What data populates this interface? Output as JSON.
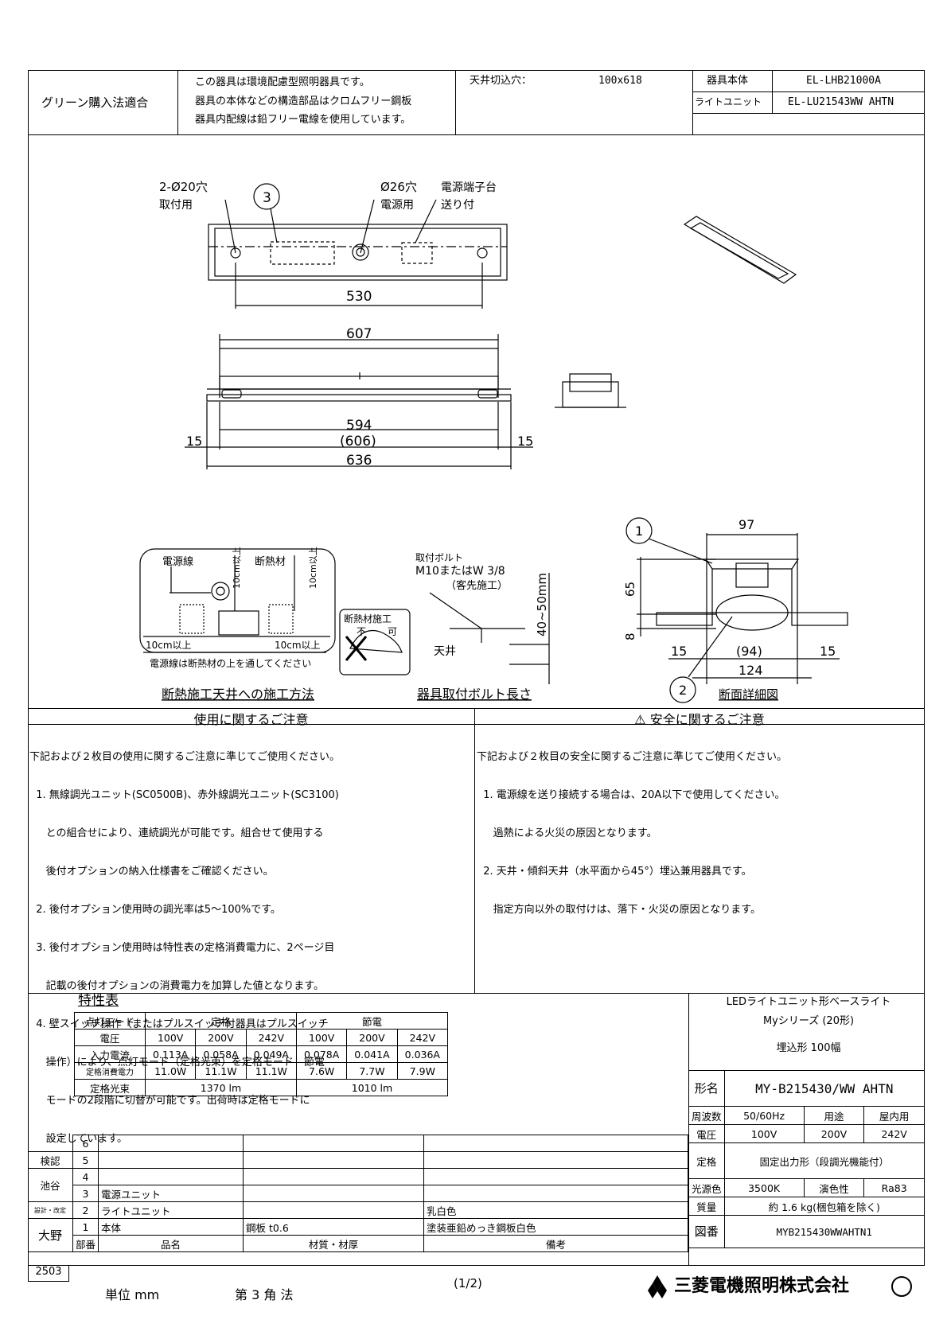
{
  "header": {
    "green_law": "グリーン購入法適合",
    "eco_notes": [
      "この器具は環境配慮型照明器具です。",
      "器具の本体などの構造部品はクロムフリー鋼板",
      "器具内配線は鉛フリー電線を使用しています。"
    ],
    "ceiling_cut_label": "天井切込穴：",
    "ceiling_cut_value": "100x618",
    "body_label": "器具本体",
    "body_model": "EL-LHB21000A",
    "unit_label": "ライトユニット",
    "unit_model": "EL-LU21543WW AHTN"
  },
  "drawing": {
    "hole_label": "2-Ø20穴",
    "hole_use": "取付用",
    "callout3": "3",
    "power_hole": "Ø26穴",
    "power_use": "電源用",
    "terminal_label": "電源端子台",
    "terminal_sub": "送り付",
    "dim_530": "530",
    "dim_607": "607",
    "dim_594": "594",
    "dim_606": "(606)",
    "dim_636": "636",
    "dim_15a": "15",
    "dim_15b": "15",
    "insulation_title": "断熱施工天井への施工方法",
    "ins_power_line": "電源線",
    "ins_material": "断熱材",
    "ins_10cm_a": "10cm以上",
    "ins_10cm_b": "10cm以上",
    "ins_10cm_left": "10cm以上",
    "ins_10cm_right": "10cm以上",
    "ins_note": "電源線は断熱材の上を通してください",
    "ins_box_title": "断熱材施工",
    "ins_box_no": "不",
    "ins_box_ok": "可",
    "bolt_title": "器具取付ボルト長さ",
    "bolt_label": "取付ボルト",
    "bolt_spec": "M10またはW 3/8",
    "bolt_note": "（客先施工）",
    "bolt_ceiling": "天井",
    "bolt_len": "40~50mm",
    "section_title": "断面詳細図",
    "sec_97": "97",
    "sec_65": "65",
    "sec_8": "8",
    "sec_15a": "15",
    "sec_94": "(94)",
    "sec_15b": "15",
    "sec_124": "124",
    "callout1": "1",
    "callout2": "2"
  },
  "usage_notes": {
    "title": "使用に関するご注意",
    "lines": [
      "下記および２枚目の使用に関するご注意に準じてご使用ください。",
      "  1. 無線調光ユニット(SC0500B)、赤外線調光ユニット(SC3100)",
      "     との組合せにより、連続調光が可能です。組合せて使用する",
      "     後付オプションの納入仕様書をご確認ください。",
      "  2. 後付オプション使用時の調光率は5～100%です。",
      "  3. 後付オプション使用時は特性表の定格消費電力に、2ページ目",
      "     記載の後付オプションの消費電力を加算した値となります。",
      "  4. 壁スイッチ操作（またはプルスイッチ付器具はプルスイッチ",
      "     操作）により、点灯モード（定格光束）を定格モード - 節電",
      "     モードの2段階に切替が可能です。出荷時は定格モードに",
      "     設定しています。"
    ]
  },
  "safety_notes": {
    "title": "⚠ 安全に関するご注意",
    "lines": [
      "下記および２枚目の安全に関するご注意に準じてご使用ください。",
      "  1. 電源線を送り接続する場合は、20A以下で使用してください。",
      "     過熱による火災の原因となります。",
      "  2. 天井・傾斜天井（水平面から45°）埋込兼用器具です。",
      "     指定方向以外の取付けは、落下・火災の原因となります。"
    ]
  },
  "characteristics": {
    "title": "特性表",
    "mode_label": "点灯モード",
    "mode_rated": "定格",
    "mode_eco": "節電",
    "rows": [
      {
        "label": "電圧",
        "values": [
          "100V",
          "200V",
          "242V",
          "100V",
          "200V",
          "242V"
        ]
      },
      {
        "label": "入力電流",
        "values": [
          "0.113A",
          "0.058A",
          "0.049A",
          "0.078A",
          "0.041A",
          "0.036A"
        ]
      },
      {
        "label": "定格消費電力",
        "values": [
          "11.0W",
          "11.1W",
          "11.1W",
          "7.6W",
          "7.7W",
          "7.9W"
        ]
      }
    ],
    "flux_label": "定格光束",
    "flux_rated": "1370 lm",
    "flux_eco": "1010 lm"
  },
  "product": {
    "line1": "LEDライトユニット形ベースライト",
    "line2": "Myシリーズ (20形)",
    "line3": "埋込形 100幅",
    "model_label": "形名",
    "model": "MY-B215430/WW AHTN",
    "freq_label": "周波数",
    "freq": "50/60Hz",
    "use_label": "用途",
    "use": "屋内用",
    "voltage_label": "電圧",
    "voltages": [
      "100V",
      "200V",
      "242V"
    ],
    "rating_label": "定格",
    "rating": "固定出力形（段調光機能付）",
    "color_label": "光源色",
    "color": "3500K",
    "cri_label": "演色性",
    "cri": "Ra83",
    "weight_label": "質量",
    "weight": "約 1.6 kg(梱包箱を除く)",
    "drawing_no_label": "図番",
    "drawing_no": "MYB215430WWAHTN1"
  },
  "parts": {
    "sign_labels": [
      "検認",
      "池谷",
      "設計・改定",
      "大野"
    ],
    "rows": [
      {
        "no": "6",
        "name": "",
        "material": "",
        "note": ""
      },
      {
        "no": "5",
        "name": "",
        "material": "",
        "note": ""
      },
      {
        "no": "4",
        "name": "",
        "material": "",
        "note": ""
      },
      {
        "no": "3",
        "name": "電源ユニット",
        "material": "",
        "note": ""
      },
      {
        "no": "2",
        "name": "ライトユニット",
        "material": "",
        "note": "乳白色"
      },
      {
        "no": "1",
        "name": "本体",
        "material": "鋼板   t0.6",
        "note": "塗装亜鉛めっき鋼板白色"
      }
    ],
    "head_no": "部番",
    "head_name": "品名",
    "head_material": "材質・材厚",
    "head_note": "備考"
  },
  "footer": {
    "code": "2503",
    "unit": "単位  mm",
    "projection": "第 3 角 法",
    "page": "(1/2)",
    "company": "三菱電機照明株式会社"
  }
}
